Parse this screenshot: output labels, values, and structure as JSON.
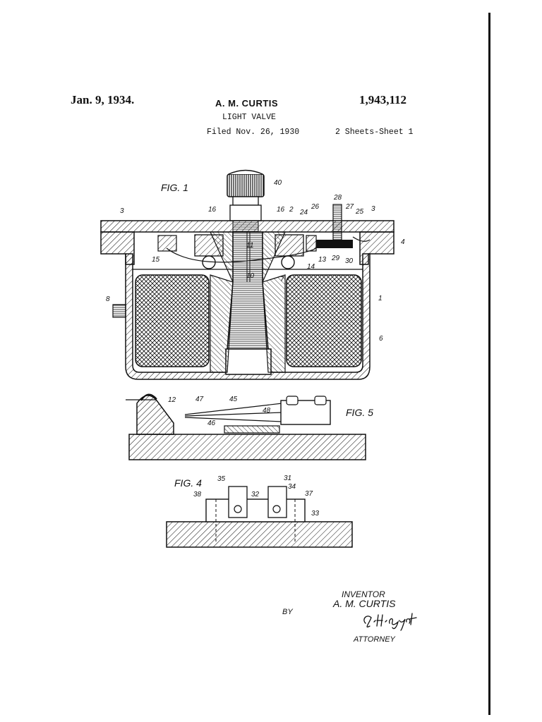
{
  "header": {
    "date": "Jan. 9, 1934.",
    "inventor_name": "A. M. CURTIS",
    "patent_number": "1,943,112",
    "title": "LIGHT VALVE",
    "filed": "Filed Nov. 26, 1930",
    "sheets": "2 Sheets-Sheet 1"
  },
  "figures": {
    "fig1": {
      "label": "FIG. 1",
      "numerals": [
        "40",
        "28",
        "27",
        "26",
        "25",
        "24",
        "3",
        "2",
        "16",
        "16",
        "3",
        "4",
        "11",
        "15",
        "10",
        "7",
        "14",
        "13",
        "29",
        "30",
        "8",
        "1",
        "6"
      ]
    },
    "fig5": {
      "label": "FIG. 5",
      "numerals": [
        "12",
        "47",
        "45",
        "48",
        "46"
      ]
    },
    "fig4": {
      "label": "FIG. 4",
      "numerals": [
        "35",
        "31",
        "38",
        "32",
        "34",
        "37",
        "33"
      ]
    }
  },
  "signature_block": {
    "inventor_label": "INVENTOR",
    "inventor_name": "A. M. CURTIS",
    "by": "BY",
    "signature": "G. H. Heydt",
    "attorney_label": "ATTORNEY"
  }
}
